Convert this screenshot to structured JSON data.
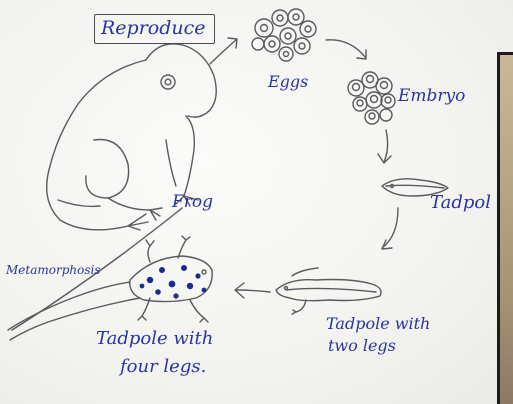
{
  "labels": {
    "reproduce": "Reproduce",
    "eggs": "Eggs",
    "embryo": "Embryo",
    "tadpole": "Tadpol",
    "frog": "Frog",
    "metamorphosis": "Metamorphosis",
    "tadpole_two_legs_line1": "Tadpole with",
    "tadpole_two_legs_line2": "two legs",
    "tadpole_four_legs_line1": "Tadpole with",
    "tadpole_four_legs_line2": "four legs."
  },
  "colors": {
    "ink": "#2a34a4",
    "pencil": "#5a5a60",
    "spots": "#1f2a8f"
  }
}
